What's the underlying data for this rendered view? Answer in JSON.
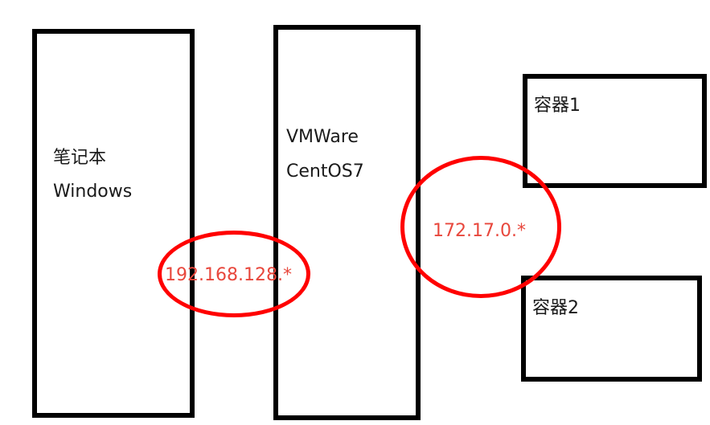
{
  "nodes": {
    "laptop": {
      "line1": "笔记本",
      "line2": "Windows"
    },
    "vm": {
      "line1": "VMWare",
      "line2": "CentOS7"
    },
    "container1": {
      "label": "容器1"
    },
    "container2": {
      "label": "容器2"
    }
  },
  "networks": {
    "host_network": {
      "label": "192.168.128.*"
    },
    "docker_network": {
      "label": "172.17.0.*"
    }
  },
  "colors": {
    "box_border": "#000000",
    "ring": "#ff0000",
    "ip_text": "#e8473c"
  }
}
